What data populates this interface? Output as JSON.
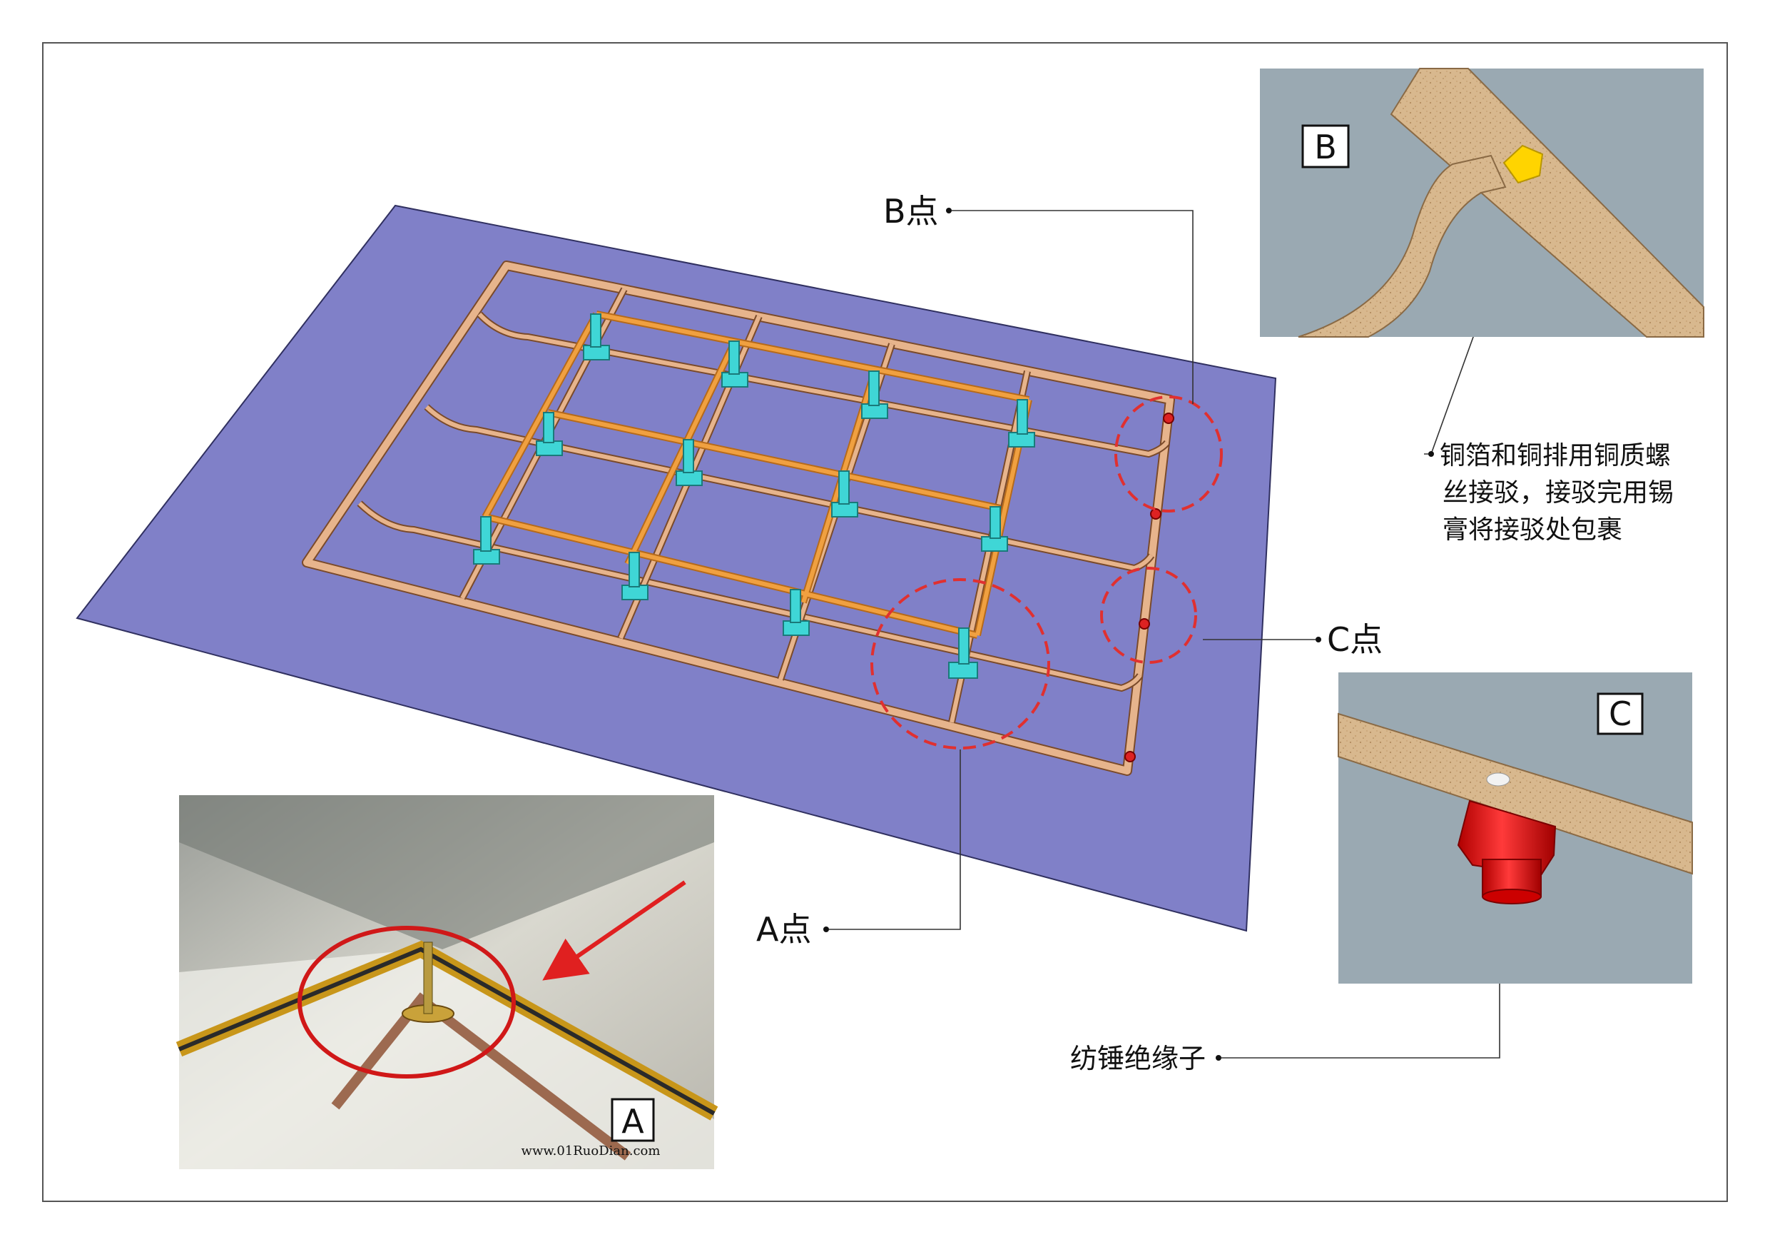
{
  "labels": {
    "point_a": "A点",
    "point_b": "B点",
    "point_c": "C点",
    "insulator": "纺锤绝缘子",
    "note_line1": "铜箔和铜排用铜质螺",
    "note_line2": "丝接驳，接驳完用锡",
    "note_line3": "膏将接驳处包裹"
  },
  "panels": {
    "a_letter": "A",
    "b_letter": "B",
    "c_letter": "C",
    "watermark": "www.01RuoDian.com"
  },
  "colors": {
    "floor_plate": "#8080c8",
    "copper_strip": "#e0a880",
    "copper_busbar": "#e89a3c",
    "pedestal": "#3fd6d6",
    "highlight_circle": "#e03030",
    "insulator": "#e21a1a",
    "detail_background": "#9aa9b2",
    "wood_strip": "#d8b78c",
    "bolt_marker": "#ffd400"
  }
}
